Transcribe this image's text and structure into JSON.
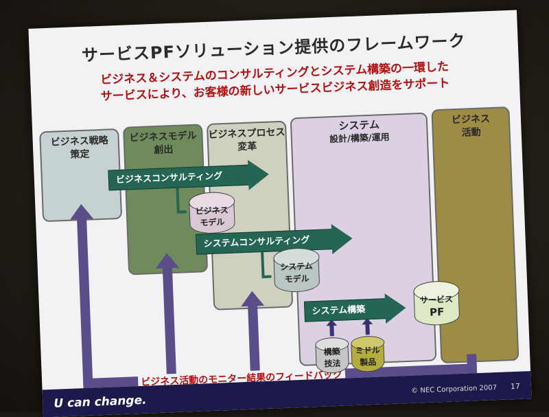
{
  "title": "サービスPFソリューション提供のフレームワーク",
  "subtitle_line1": "ビジネス＆システムのコンサルティングとシステム構築の一環した",
  "subtitle_line2": "サービスにより、お客様の新しいサービスビジネス創造をサポート",
  "columns": [
    {
      "line1": "ビジネス戦略",
      "line2": "策定",
      "color": "#c6d2d1"
    },
    {
      "line1": "ビジネスモデル",
      "line2": "創出",
      "color": "#6f8b5c"
    },
    {
      "line1": "ビジネスプロセス",
      "line2": "変革",
      "color": "#cfd1be"
    },
    {
      "line1": "システム",
      "line2": "設計/構築/運用",
      "color": "#dcd1e2"
    },
    {
      "line1": "ビジネス",
      "line2": "活動",
      "color": "#9c8c45"
    }
  ],
  "arrows": {
    "business_consulting": "ビジネスコンサルティング",
    "system_consulting": "システムコンサルティング",
    "system_build": "システム構築"
  },
  "cylinders": {
    "business_model": {
      "line1": "ビジネス",
      "line2": "モデル"
    },
    "system_model": {
      "line1": "システム",
      "line2": "モデル"
    },
    "service_pf": {
      "line1": "サービス",
      "line2": "PF"
    },
    "build_method": {
      "line1": "構築",
      "line2": "技法"
    },
    "middleware": {
      "line1": "ミドル",
      "line2": "製品"
    }
  },
  "feedback": "ビジネス活動のモニター結果のフィードバック",
  "footer": {
    "slogan": "U can change.",
    "copyright": "© NEC Corporation 2007",
    "page": "17"
  },
  "colors": {
    "arrow_green": "#246554",
    "feedback_purple": "#5b4c8a",
    "footer_navy": "#1c1a4a",
    "subtitle_red": "#b01010"
  }
}
